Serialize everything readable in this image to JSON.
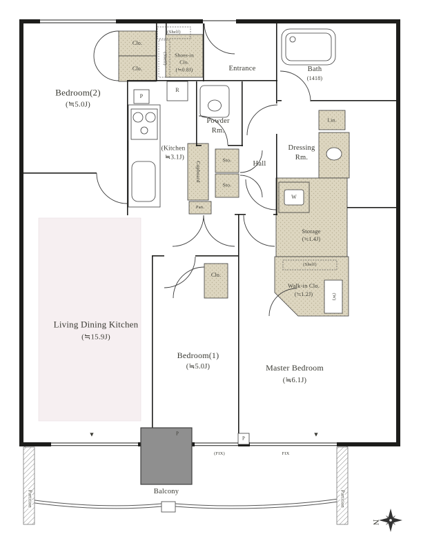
{
  "plan": {
    "rooms": {
      "bedroom2": {
        "name": "Bedroom(2)",
        "size": "(≒5.0J)"
      },
      "shoes_closet": {
        "line1": "Shoes-in",
        "line2": "Clo.",
        "size": "(≒0.8J)"
      },
      "entrance": {
        "name": "Entrance"
      },
      "bath": {
        "name": "Bath",
        "size": "(1418)"
      },
      "powder_room": {
        "line1": "Powder",
        "line2": "Rm."
      },
      "kitchen": {
        "line1": "(Kitchen",
        "line2": "≒3.1J)"
      },
      "hall": {
        "name": "Hall"
      },
      "dressing_room": {
        "line1": "Dressing",
        "line2": "Rm."
      },
      "storage": {
        "name": "Storage",
        "size": "(≒1.4J)"
      },
      "walk_in_closet": {
        "name": "Walk-in Clo.",
        "size": "(≒1.2J)"
      },
      "ldk": {
        "name": "Living Dining Kitchen",
        "size": "(≒15.9J)"
      },
      "bedroom1": {
        "name": "Bedroom(1)",
        "size": "(≒5.0J)"
      },
      "master_bedroom": {
        "name": "Master Bedroom",
        "size": "(≒6.1J)"
      },
      "balcony": {
        "name": "Balcony"
      }
    },
    "fixtures": {
      "closet_top_a": "Clo.",
      "closet_top_b": "Clo.",
      "closet_bedroom1": "Clo.",
      "sto_a": "Sto.",
      "sto_b": "Sto.",
      "cupboard": "Cupboard",
      "pantry": "Pan.",
      "linen": "Lin.",
      "refrigerator": "R",
      "washer": "W",
      "walk_in_washer": "(W)",
      "shelf_top": "(Shelf)",
      "shelf_side": "(Shelf)",
      "shelf_walk_in": "(Shelf)"
    },
    "structure": {
      "pillar_kitchen": "P",
      "pillar_balcony_left": "P",
      "pillar_balcony_right": "P",
      "fix_left": "(FIX)",
      "fix_right": "FIX",
      "partition_left": "Partition",
      "partition_right": "Partition",
      "marker_left": "▼",
      "marker_right": "▼",
      "compass_north": "N"
    },
    "colors": {
      "wall": "#1d1d1b",
      "closet_fill": "#ddd6c0",
      "ldk_floor": "#f6eff1",
      "balcony_block": "#8f8f8f",
      "text": "#3a3a33"
    }
  }
}
